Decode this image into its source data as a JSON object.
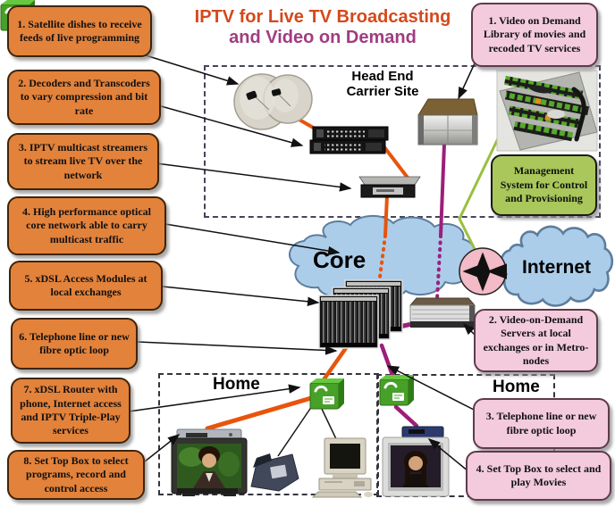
{
  "title": {
    "line1": "IPTV for Live TV Broadcasting",
    "line2": "and Video on Demand"
  },
  "regions": {
    "head_end_label": "Head End\nCarrier Site",
    "core_label": "Core",
    "internet_label": "Internet",
    "home_left_label": "Home",
    "home_right_label": "Home"
  },
  "callouts": {
    "left": [
      {
        "text": "1. Satellite dishes to receive feeds of live programming"
      },
      {
        "text": "2. Decoders and Transcoders to vary compression and bit rate"
      },
      {
        "text": "3.  IPTV multicast streamers to stream live TV over the network"
      },
      {
        "text": "4.  High performance optical core network able to carry multicast traffic"
      },
      {
        "text": "5. xDSL Access Modules at local exchanges"
      },
      {
        "text": "6. Telephone line or new fibre optic loop"
      },
      {
        "text": "7. xDSL Router with phone, Internet access and IPTV Triple-Play services"
      },
      {
        "text": "8. Set Top Box to select programs, record and control access"
      }
    ],
    "right": [
      {
        "text": "1. Video on Demand Library of movies and recoded TV services"
      },
      {
        "text": "2. Video-on-Demand Servers at local exchanges or in Metro-nodes"
      },
      {
        "text": "3. Telephone line or new fibre optic loop"
      },
      {
        "text": "4. Set Top Box to select and play Movies"
      }
    ]
  },
  "management_box": {
    "text": "Management System for Control and Provisioning"
  },
  "icons": {
    "satellite_dishes": "satellite-dishes-icon",
    "decoders": "decoder-transcoder-rack-icon",
    "streamer": "iptv-multicast-streamer-icon",
    "vod_library_server": "vod-library-server-icon",
    "management_console": "management-console-icon",
    "dslam": "xdsl-access-modules-icon",
    "metro_vod_server": "metro-vod-server-icon",
    "router": "xdsl-router-icon",
    "tv_left": "tv-set-top-box-icon",
    "tv_right": "tv-set-top-box-icon",
    "phone": "telephone-icon",
    "computer": "desktop-computer-icon",
    "core_router": "core-router-icon"
  },
  "colors": {
    "callout_orange": "#e3823b",
    "callout_pink": "#f3cbdd",
    "management_green": "#a9c75b",
    "cloud_blue": "#abcdea",
    "line_orange": "#e8540c",
    "line_purple": "#9c1f7a",
    "line_green": "#9abf3f",
    "title_orange": "#d4491c",
    "title_purple": "#a03c80",
    "core_router_pink": "#f3bac7"
  }
}
